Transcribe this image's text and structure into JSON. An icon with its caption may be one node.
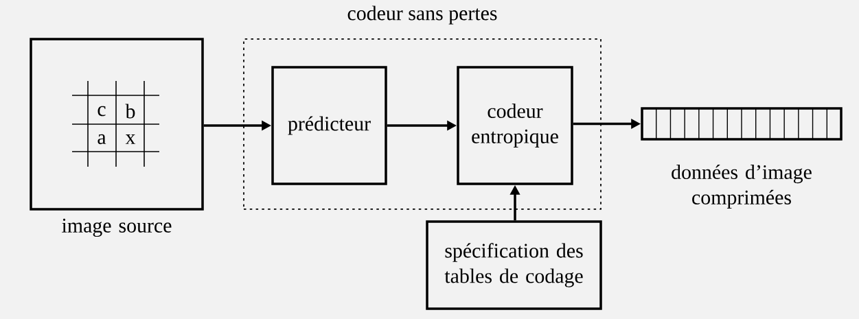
{
  "diagram": {
    "nodes": [
      {
        "text": [],
        "shape": "box",
        "beside": [
          "image source"
        ]
      },
      {
        "text": [
          "codeur sans pertes"
        ]
      },
      {
        "text": [
          "prédicteur"
        ],
        "in": 1
      },
      {
        "text": [
          "codeur entropique"
        ],
        "in": 1
      },
      {
        "text": [
          "spécification des tables de codage"
        ]
      },
      {
        "text": [],
        "shape": "bar",
        "beside": [
          "données d’image comprimées"
        ]
      }
    ],
    "edges": [
      {
        "from": 0,
        "to": 2,
        "arrow": "to"
      },
      {
        "from": 2,
        "to": 3,
        "arrow": "to"
      },
      {
        "from": 3,
        "to": 5,
        "arrow": "to"
      },
      {
        "from": 4,
        "to": 3,
        "arrow": "to"
      }
    ],
    "labels": [
      "c",
      "b",
      "a",
      "x"
    ]
  }
}
